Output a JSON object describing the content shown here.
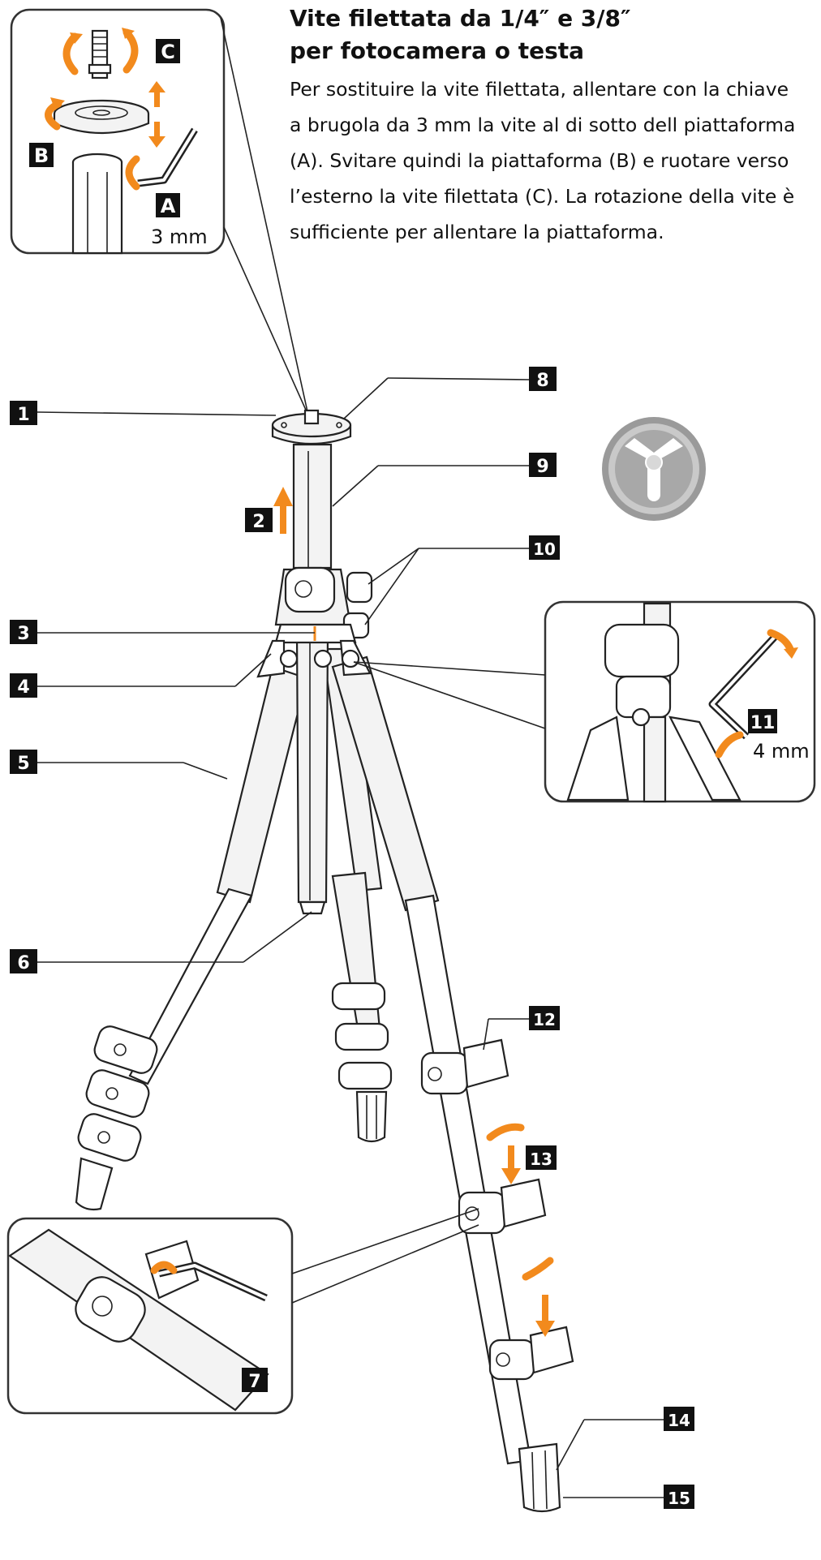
{
  "heading": {
    "line1": "Vite filettata da 1/4″ e 3/8″",
    "line2": "per fotocamera o testa"
  },
  "paragraph": [
    "Per sostituire la vite filettata, allentare con la chiave",
    "a brugola da 3 mm la vite al di sotto dell piattaforma",
    "(A). Svitare quindi la piattaforma (B) e ruotare verso",
    "l’esterno la vite filettata (C). La rotazione della vite è",
    "sufficiente per allentare la piattaforma."
  ],
  "inset_top": {
    "letters": [
      "A",
      "B",
      "C"
    ],
    "size": "3 mm"
  },
  "inset_right": {
    "number": "11",
    "size": "4 mm"
  },
  "inset_bottom": {
    "number": "7"
  },
  "callouts": [
    "1",
    "2",
    "3",
    "4",
    "5",
    "6",
    "8",
    "9",
    "10",
    "12",
    "13",
    "14",
    "15"
  ],
  "colors": {
    "accent": "#f28a1d",
    "label_bg": "#111111",
    "line": "#222222"
  },
  "icons": [
    "tripod-badge-icon",
    "hex-key-icon",
    "rotate-arrow-icon",
    "up-down-arrow-icon"
  ]
}
